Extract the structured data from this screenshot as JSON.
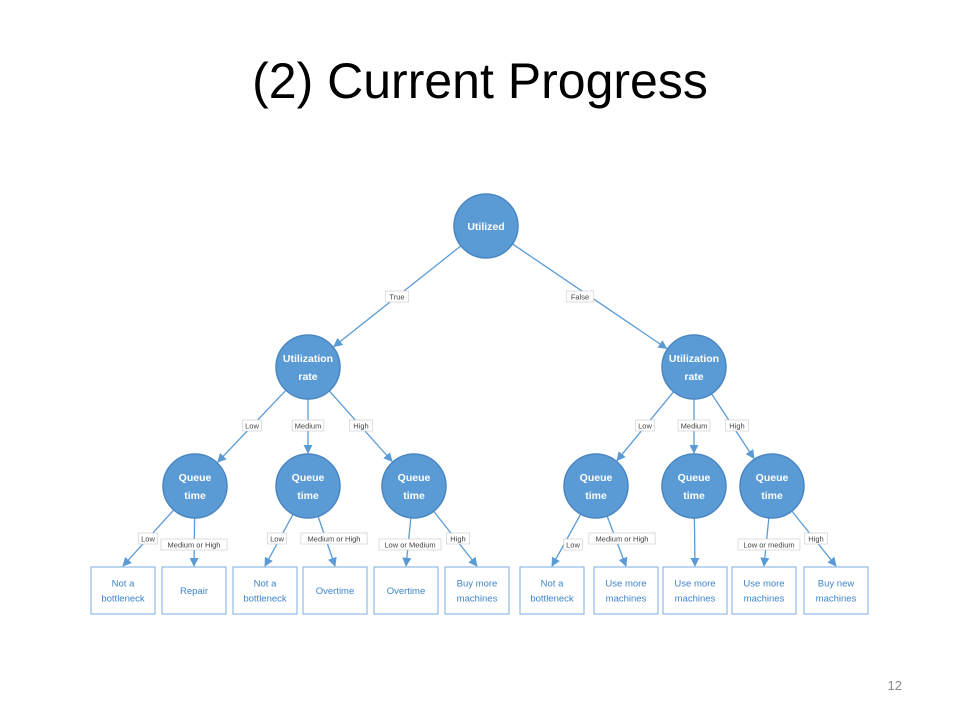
{
  "title": "(2) Current Progress",
  "page_number": "12",
  "colors": {
    "node_fill": "#5b9bd5",
    "node_stroke": "#4a87c2",
    "edge": "#5b9bd5",
    "leaf_border": "#7aaee0",
    "leaf_text": "#3f84c9"
  },
  "diagram": {
    "root": {
      "label_lines": [
        "Utilized"
      ]
    },
    "root_edges": [
      {
        "label": "True"
      },
      {
        "label": "False"
      }
    ],
    "level1": [
      {
        "label_lines": [
          "Utilization",
          "rate"
        ]
      },
      {
        "label_lines": [
          "Utilization",
          "rate"
        ]
      }
    ],
    "level1_edges": [
      {
        "label": "Low"
      },
      {
        "label": "Medium"
      },
      {
        "label": "High"
      },
      {
        "label": "Low"
      },
      {
        "label": "Medium"
      },
      {
        "label": "High"
      }
    ],
    "level2": [
      {
        "label_lines": [
          "Queue",
          "time"
        ]
      },
      {
        "label_lines": [
          "Queue",
          "time"
        ]
      },
      {
        "label_lines": [
          "Queue",
          "time"
        ]
      },
      {
        "label_lines": [
          "Queue",
          "time"
        ]
      },
      {
        "label_lines": [
          "Queue",
          "time"
        ]
      },
      {
        "label_lines": [
          "Queue",
          "time"
        ]
      }
    ],
    "level2_edges": [
      {
        "label": "Low"
      },
      {
        "label": "Medium or High"
      },
      {
        "label": "Low"
      },
      {
        "label": "Medium or High"
      },
      {
        "label": "Low or Medium"
      },
      {
        "label": "High"
      },
      {
        "label": "Low"
      },
      {
        "label": "Medium or High"
      },
      {
        "label": ""
      },
      {
        "label": "Low or medium"
      },
      {
        "label": "High"
      }
    ],
    "leaves": [
      {
        "label_lines": [
          "Not a",
          "bottleneck"
        ]
      },
      {
        "label_lines": [
          "Repair"
        ]
      },
      {
        "label_lines": [
          "Not a",
          "bottleneck"
        ]
      },
      {
        "label_lines": [
          "Overtime"
        ]
      },
      {
        "label_lines": [
          "Overtime"
        ]
      },
      {
        "label_lines": [
          "Buy more",
          "machines"
        ]
      },
      {
        "label_lines": [
          "Not a",
          "bottleneck"
        ]
      },
      {
        "label_lines": [
          "Use more",
          "machines"
        ]
      },
      {
        "label_lines": [
          "Use more",
          "machines"
        ]
      },
      {
        "label_lines": [
          "Use more",
          "machines"
        ]
      },
      {
        "label_lines": [
          "Buy new",
          "machines"
        ]
      }
    ]
  }
}
